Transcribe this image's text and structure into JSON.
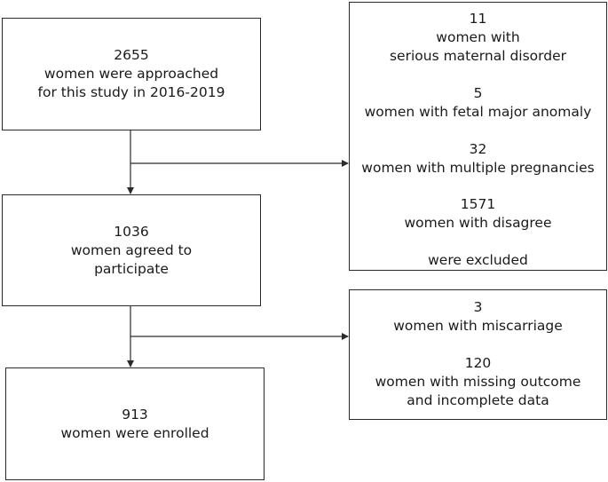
{
  "flow": {
    "approached": {
      "count": "2655",
      "line1": "women were approached",
      "line2": "for this study in 2016-2019"
    },
    "agreed": {
      "count": "1036",
      "line1": "women agreed to",
      "line2": "participate"
    },
    "enrolled": {
      "count": "913",
      "line1": "women were enrolled"
    }
  },
  "exclusions": {
    "maternal": {
      "count": "11",
      "line1": "women with",
      "line2": "serious maternal disorder"
    },
    "anomaly": {
      "count": "5",
      "line1": "women with fetal major anomaly"
    },
    "multiple": {
      "count": "32",
      "line1": "women with multiple pregnancies"
    },
    "disagree": {
      "count": "1571",
      "line1": "women with disagree"
    },
    "footer": "were excluded"
  },
  "removals": {
    "miscarriage": {
      "count": "3",
      "line1": "women with miscarriage"
    },
    "missing": {
      "count": "120",
      "line1": "women with missing outcome",
      "line2": "and incomplete data"
    }
  }
}
